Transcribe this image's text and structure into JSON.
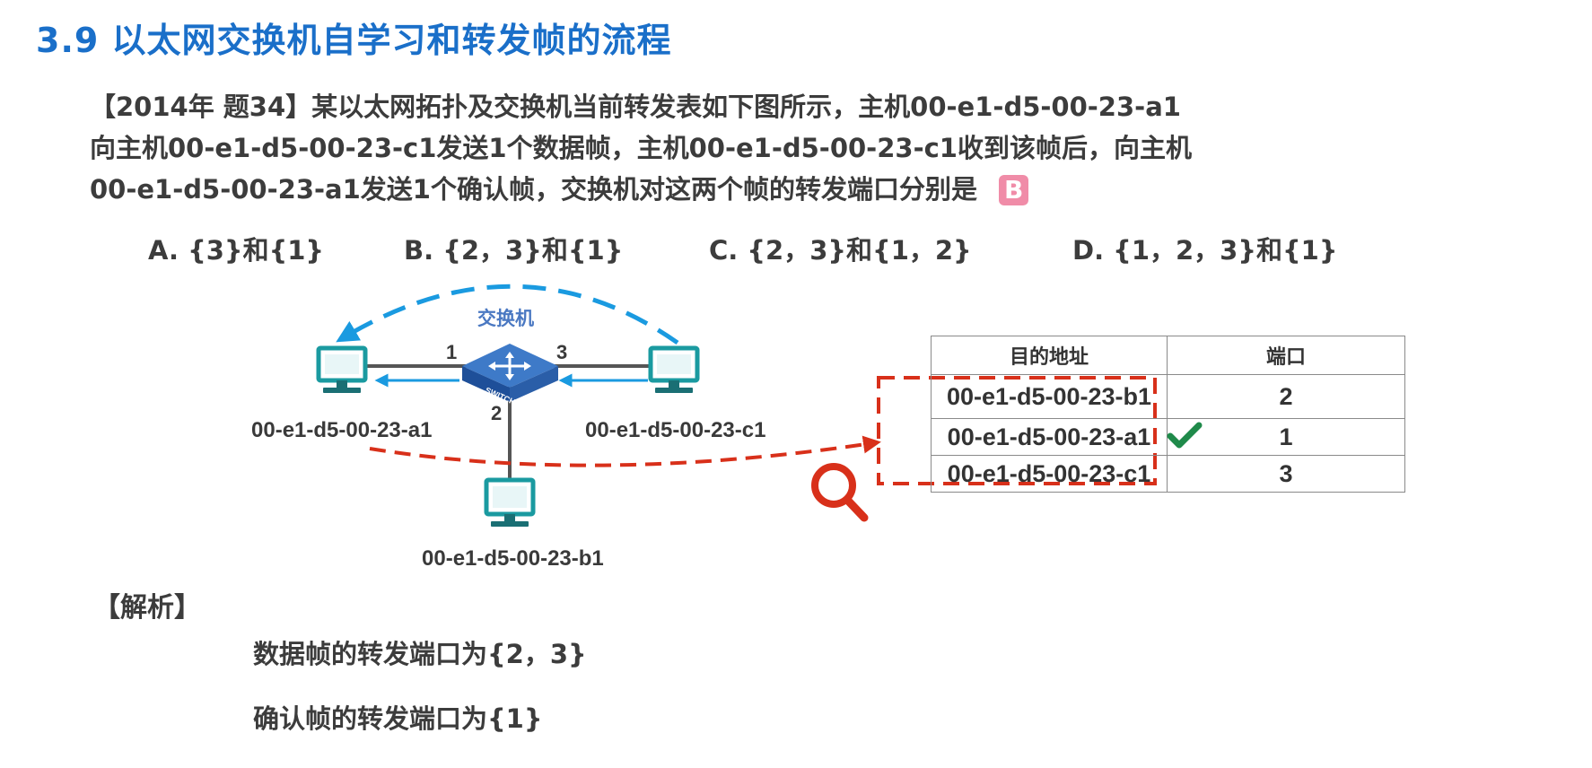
{
  "title": "3.9 以太网交换机自学习和转发帧的流程",
  "question": {
    "line1": "【2014年 题34】某以太网拓扑及交换机当前转发表如下图所示，主机00-e1-d5-00-23-a1",
    "line2": "向主机00-e1-d5-00-23-c1发送1个数据帧，主机00-e1-d5-00-23-c1收到该帧后，向主机",
    "line3": "00-e1-d5-00-23-a1发送1个确认帧，交换机对这两个帧的转发端口分别是",
    "answer": "B"
  },
  "options": [
    {
      "text": "A. {3}和{1}"
    },
    {
      "text": "B. {2，3}和{1}"
    },
    {
      "text": "C. {2，3}和{1，2}"
    },
    {
      "text": "D. {1，2，3}和{1}"
    }
  ],
  "diagram": {
    "switch_label": "交换机",
    "switch_text": "SWITCH",
    "ports": [
      "1",
      "2",
      "3"
    ],
    "hosts": [
      {
        "mac": "00-e1-d5-00-23-a1"
      },
      {
        "mac": "00-e1-d5-00-23-c1"
      },
      {
        "mac": "00-e1-d5-00-23-b1"
      }
    ],
    "colors": {
      "monitor": "#1a9aa0",
      "arrow": "#1a9ae0",
      "dashed_red": "#d8301a",
      "switch": "#2a5ea8",
      "check": "#1f8a4a"
    },
    "icons": [
      "search-icon",
      "check-icon",
      "switch-icon",
      "computer-icon"
    ]
  },
  "table": {
    "headers": [
      "目的地址",
      "端口"
    ],
    "rows": [
      {
        "address": "00-e1-d5-00-23-b1",
        "port": "2"
      },
      {
        "address": "00-e1-d5-00-23-a1",
        "port": "1"
      },
      {
        "address": "00-e1-d5-00-23-c1",
        "port": "3"
      }
    ]
  },
  "analysis": {
    "heading": "【解析】",
    "line1": "数据帧的转发端口为{2，3}",
    "line2": "确认帧的转发端口为{1}"
  }
}
